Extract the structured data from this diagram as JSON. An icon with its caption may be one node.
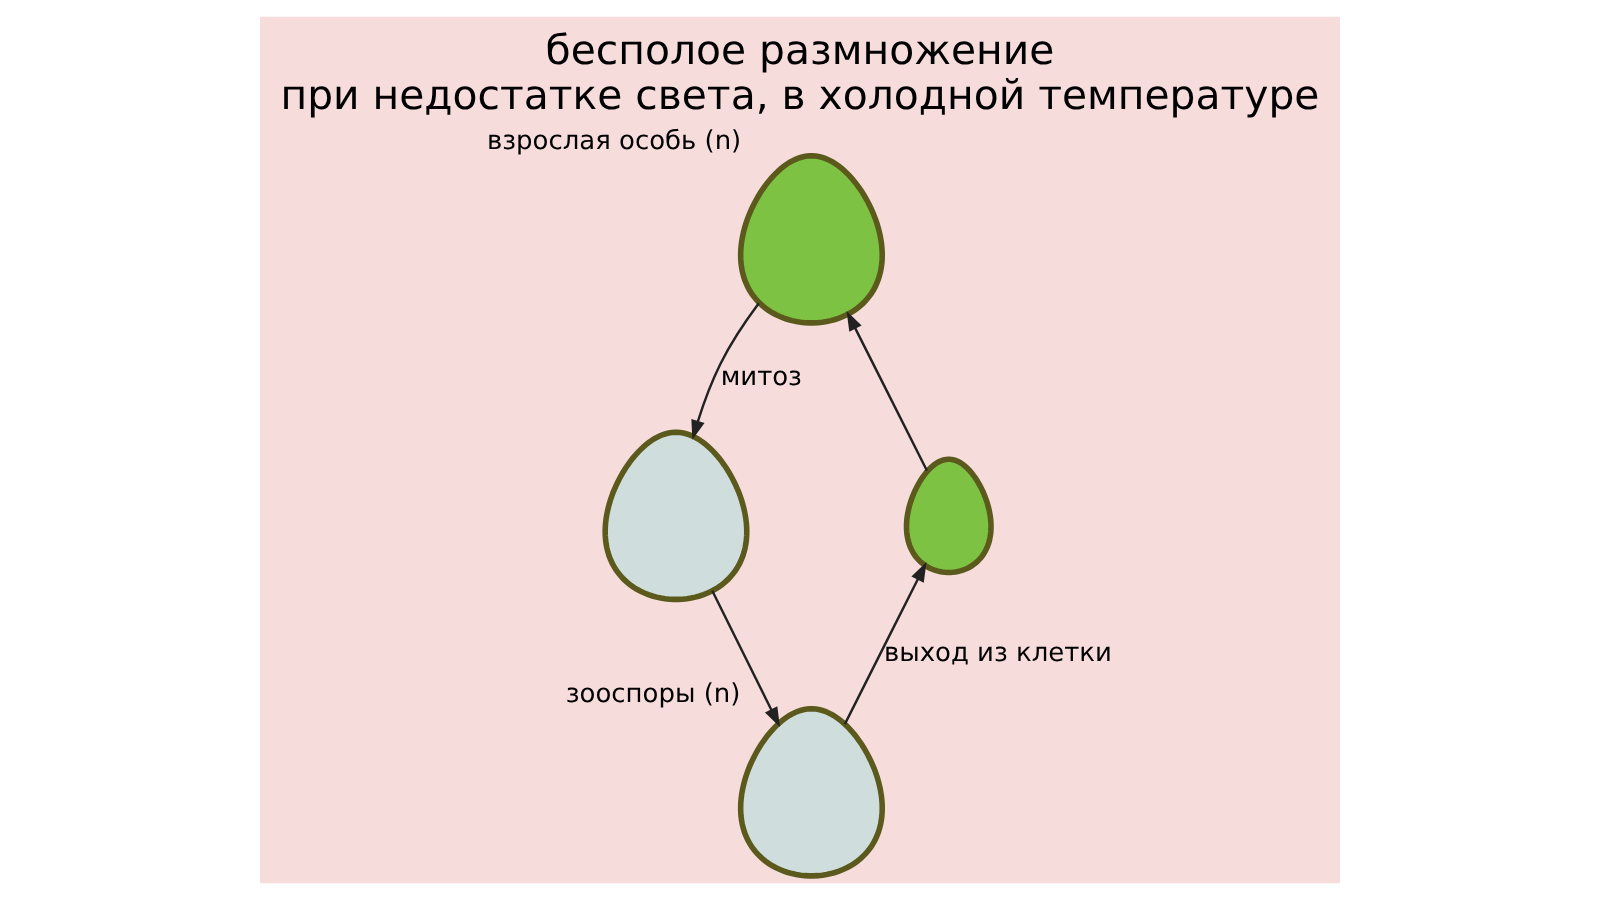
{
  "diagram": {
    "title": "бесполое размножение",
    "caption": "при недостатке света, в холодной температуре",
    "nodes": [
      {
        "text": [],
        "shape": "cell",
        "beside": [
          "взрослая особь (n)"
        ]
      },
      {
        "text": [],
        "shape": "cell"
      },
      {
        "text": [],
        "shape": "cell",
        "beside": [
          "зооспоры (n)"
        ]
      },
      {
        "text": [],
        "shape": "cell"
      }
    ],
    "edges": [
      {
        "from": 0,
        "to": 1,
        "arrow": "to",
        "label": "митоз"
      },
      {
        "from": 1,
        "to": 2,
        "arrow": "to"
      },
      {
        "from": 2,
        "to": 3,
        "arrow": "to",
        "label": "выход из клетки"
      },
      {
        "from": 3,
        "to": 0,
        "arrow": "to"
      }
    ]
  }
}
